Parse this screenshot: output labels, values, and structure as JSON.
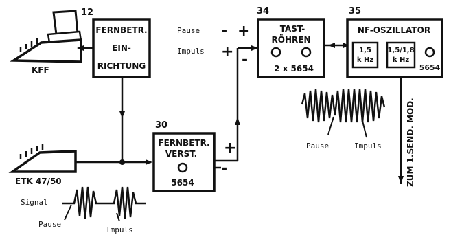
{
  "blocks": {
    "b12": {
      "number": "12",
      "line1": "FERNBETR.",
      "line2": "EIN-",
      "line3": "RICHTUNG"
    },
    "b30": {
      "number": "30",
      "line1": "FERNBETR.",
      "line2": "VERST.",
      "tube": "5654"
    },
    "b34": {
      "number": "34",
      "line1": "TAST-",
      "line2": "RÖHREN",
      "tubes": "2 x 5654"
    },
    "b35": {
      "number": "35",
      "title": "NF-OSZILLATOR",
      "freq1_top": "1,5",
      "freq1_bottom": "k Hz",
      "freq2_top": "1,5/1,8",
      "freq2_bottom": "k Hz",
      "tube": "5654"
    }
  },
  "devices": {
    "kff": "KFF",
    "etk": "ETK 47/50"
  },
  "signals": {
    "pause_top": "Pause",
    "impuls_top": "Impuls",
    "signal_bottom": "Signal",
    "pause_bottom": "Pause",
    "impuls_bottom": "Impuls",
    "pause_osc": "Pause",
    "impuls_osc": "Impuls"
  },
  "polarity": {
    "minus": "-",
    "plus": "+"
  },
  "output_label": "ZUM 1.SEND. MOD."
}
